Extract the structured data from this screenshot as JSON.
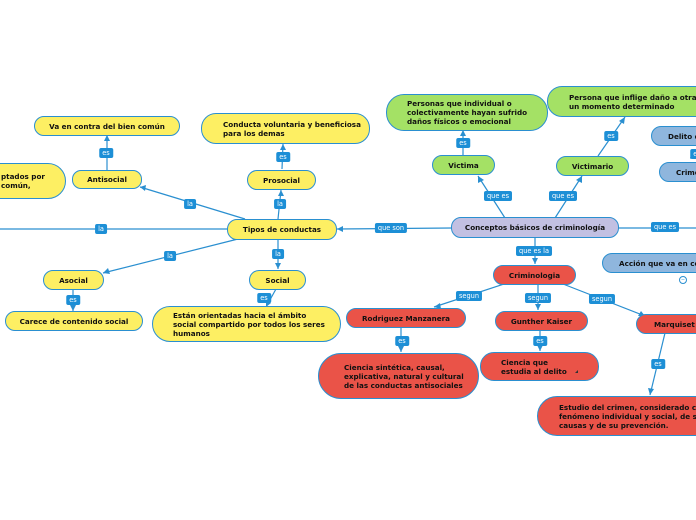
{
  "colors": {
    "yellow": "#fdef63",
    "green": "#a4e165",
    "purple": "#c2c0e2",
    "blue": "#8fb6dd",
    "red": "#ea5348",
    "line": "#2a8fd0",
    "label": "#1d8fd6"
  },
  "nodes": {
    "center": "Conceptos básicos de criminología",
    "tipos": "Tipos de conductas",
    "antisocial": "Antisocial",
    "antisocial_def": "Va en contra del bien común",
    "prosocial": "Prosocial",
    "prosocial_def": "Conducta voluntaria y beneficiosa para los demas",
    "asocial": "Asocial",
    "asocial_def": "Carece de contenido social",
    "social": "Social",
    "social_def": "Están orientadas hacia el ámbito social compartido por todos los seres humanos",
    "partial_left": "ptados por común,",
    "victima": "Victima",
    "victima_def": "Personas que individual o colectivamente hayan sufrido daños físicos o emocional",
    "victimario": "Victimario",
    "victimario_def": "Persona que inflige daño a otra en un momento determinado",
    "delito_partial": "Delito d",
    "crimen_partial": "Crime",
    "accion_partial": "Acción que va en co",
    "criminologia": "Criminologia",
    "rodriguez": "Rodriguez Manzanera",
    "rodriguez_def": "Ciencia sintética, causal, explicativa, natural y cultural de las conductas antisociales",
    "gunther": "Gunther Kaiser",
    "gunther_def": "Ciencia que estudia al delito",
    "marquiset": "Marquiset",
    "marquiset_def": "Estudio del crimen, considerado co fenómeno individual y social, de su causas y de su prevención."
  },
  "labels": {
    "la": "la",
    "es": "es",
    "que_son": "que son",
    "que_es": "que es",
    "que_es_la": "que es la",
    "segun": "segun"
  }
}
